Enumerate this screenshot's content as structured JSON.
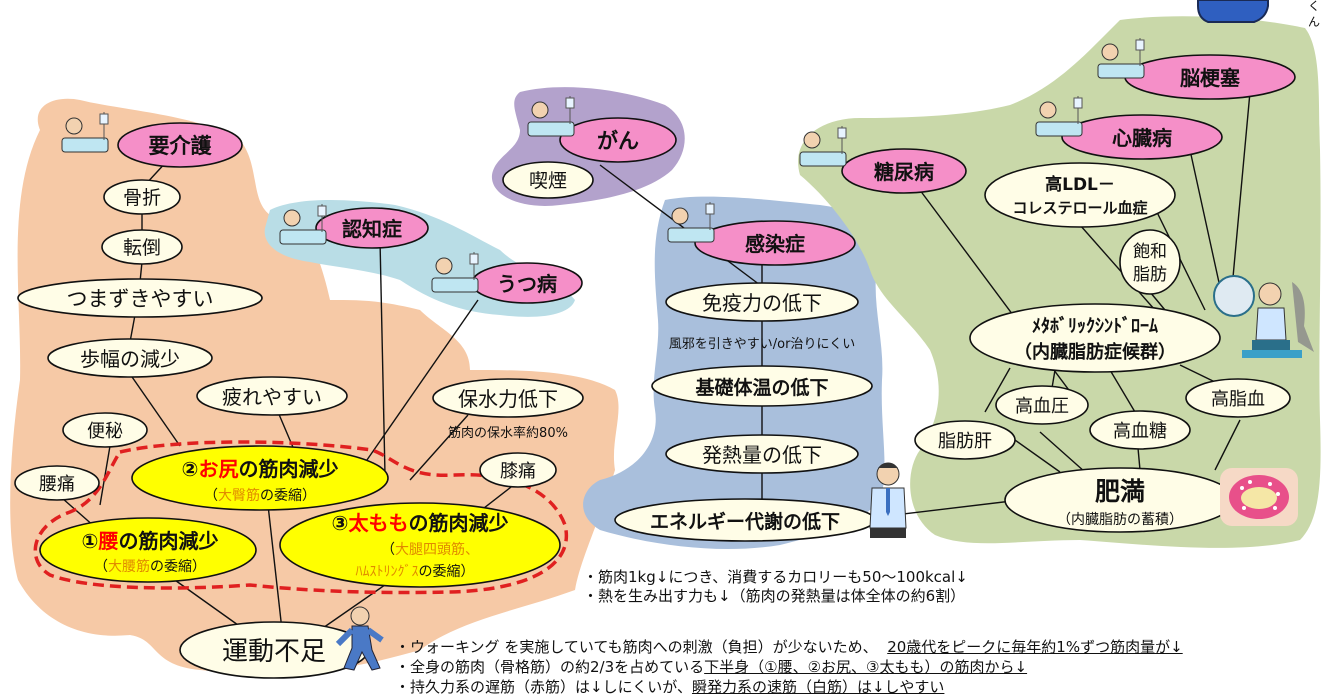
{
  "colors": {
    "region_left": "#f6c9a6",
    "region_dementia": "#b9dde6",
    "region_cancer": "#b3a2cc",
    "region_infection": "#a9bfdc",
    "region_metabolic": "#c9d8a9",
    "disease_fill": "#f58fc8",
    "node_fill": "#fffde7",
    "highlight_fill": "#ffff00",
    "dash_red": "#e02020",
    "accent_red": "#ff0000",
    "accent_orange": "#e08a00",
    "line": "#111111"
  },
  "diseases": {
    "care": "要介護",
    "dementia": "認知症",
    "depression": "うつ病",
    "cancer": "がん",
    "infection": "感染症",
    "diabetes": "糖尿病",
    "heart": "心臓病",
    "stroke": "脳梗塞"
  },
  "nodes": {
    "fracture": "骨折",
    "fall": "転倒",
    "trip": "つまずきやすい",
    "stride": "歩幅の減少",
    "tired": "疲れやすい",
    "constipation": "便秘",
    "backpain": "腰痛",
    "water": "保水力低下",
    "kneepain": "膝痛",
    "smoking": "喫煙",
    "immunity": "免疫力の低下",
    "bodytemp": "基礎体温の低下",
    "heat": "発熱量の低下",
    "energy": "エネルギー代謝の低下",
    "ldl_1": "高LDL－",
    "ldl_2": "コレステロール血症",
    "satfat_1": "飽和",
    "satfat_2": "脂肪",
    "metabo_1": "ﾒﾀﾎﾞﾘｯｸｼﾝﾄﾞﾛｰﾑ",
    "metabo_2": "（内臓脂肪症候群）",
    "hbp": "高血圧",
    "hlipid": "高脂血",
    "hglucose": "高血糖",
    "fattyliver": "脂肪肝",
    "obesity": "肥満",
    "obesity_sub": "（内臓脂肪の蓄積）",
    "exercise": "運動不足"
  },
  "muscle": {
    "hip_num": "②",
    "hip_key": "お尻",
    "hip_rest": "の筋肉減少",
    "hip_sub_key": "大臀筋",
    "hip_sub_rest": "の委縮）",
    "waist_num": "①",
    "waist_key": "腰",
    "waist_rest": "の筋肉減少",
    "waist_sub_key": "大腰筋",
    "waist_sub_rest": "の委縮）",
    "thigh_num": "③",
    "thigh_key": "太もも",
    "thigh_rest": "の筋肉減少",
    "thigh_sub_key1": "大腿四頭筋",
    "thigh_sub_rest1": "、",
    "thigh_sub_key2": "ﾊﾑｽﾄﾘﾝｸﾞｽ",
    "thigh_sub_rest2": "の委縮）",
    "paren_open": "（"
  },
  "captions": {
    "water_note": "筋肉の保水率約80%",
    "cold_note": "風邪を引きやすい/or治りにくい",
    "top_right_kana_1": "く",
    "top_right_kana_2": "ん"
  },
  "notes": {
    "n1": "・筋肉1kg↓につき、消費するカロリーも50～100kcal↓",
    "n2": "・熱を生み出す力も↓（筋肉の発熱量は体全体の約6割）",
    "n3_plain": "・ウォーキング を実施していても筋肉への刺激（負担）が少ないため、",
    "n3_under": "20歳代をピークに毎年約1%ずつ筋肉量が↓",
    "n4_plain": "・全身の筋肉（骨格筋）の約2/3を占めている",
    "n4_under": "下半身（①腰、②お尻、③太もも）の筋肉から↓",
    "n5_plain": "・持久力系の遅筋（赤筋）は↓しにくいが、",
    "n5_under": "瞬発力系の速筋（白筋）は↓しやすい"
  }
}
